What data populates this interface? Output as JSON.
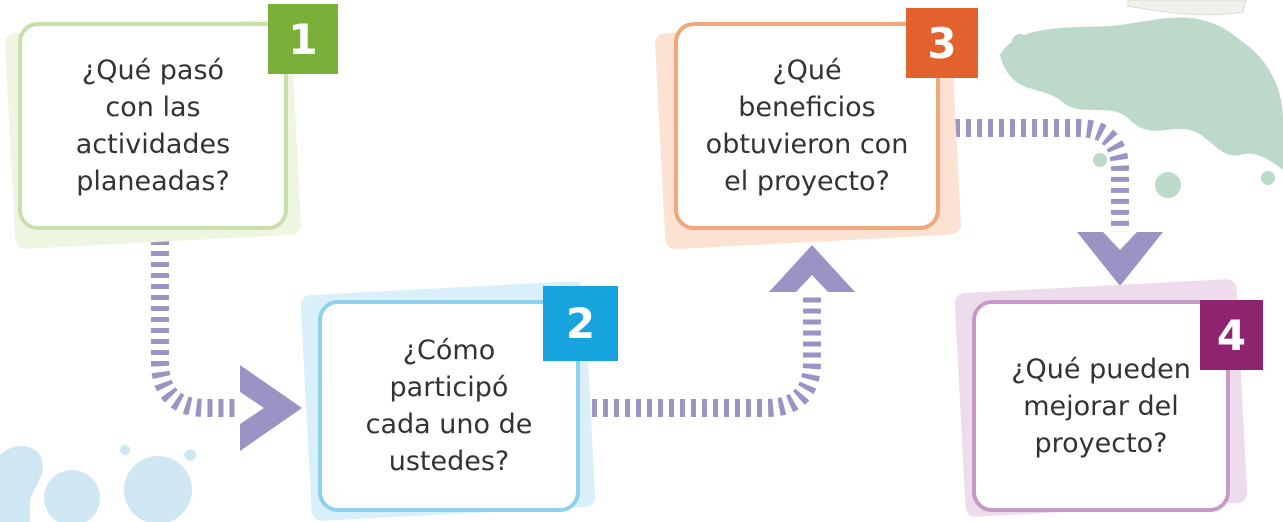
{
  "colors": {
    "arrow": "#9b93c4",
    "splat_blue": "#cfe7f3",
    "splat_green": "#bcd9c9"
  },
  "cards": [
    {
      "number": "1",
      "text": "¿Qué pasó\ncon las\nactividades\nplaneadas?",
      "border": "#c9deaa",
      "badge": "#7aaf3a",
      "shadow": "#eef5e0"
    },
    {
      "number": "2",
      "text": "¿Cómo\nparticipó\ncada uno de\nustedes?",
      "border": "#8fd0ee",
      "badge": "#17a3dd",
      "shadow": "#d9eff9"
    },
    {
      "number": "3",
      "text": "¿Qué\nbeneficios\nobtuvieron con\nel proyecto?",
      "border": "#f0a77a",
      "badge": "#e3612c",
      "shadow": "#fbe2d2"
    },
    {
      "number": "4",
      "text": "¿Qué pueden\nmejorar del\nproyecto?",
      "border": "#c79ac6",
      "badge": "#8e2470",
      "shadow": "#ecdcec"
    }
  ]
}
